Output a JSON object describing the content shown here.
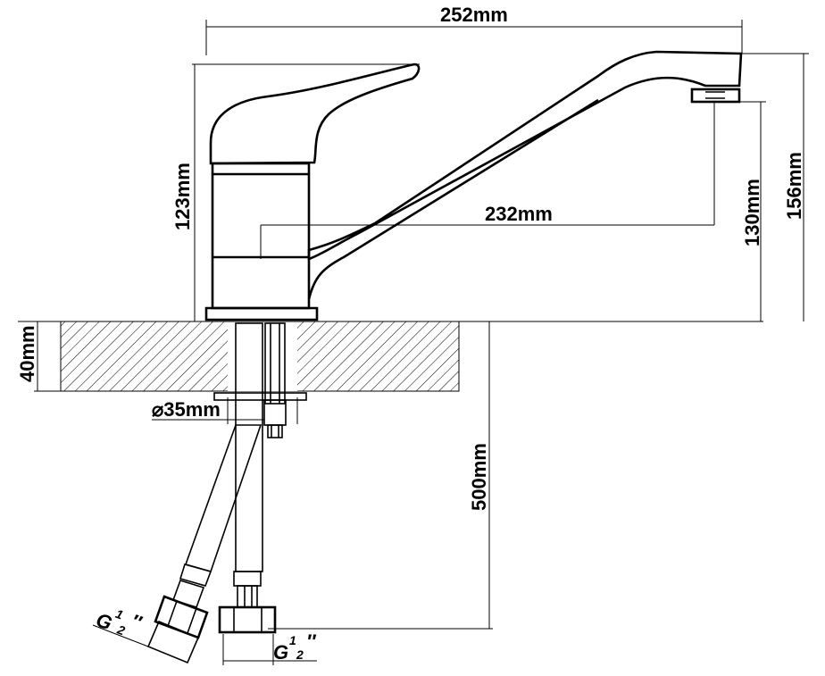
{
  "diagram": {
    "dimensions": {
      "total_length": "252mm",
      "spout_reach": "232mm",
      "body_height": "123mm",
      "spout_height": "130mm",
      "total_height": "156mm",
      "countertop_thickness": "40mm",
      "mount_diameter": "⌀35mm",
      "hose_length": "500mm"
    },
    "connectors": {
      "left_thread": {
        "prefix": "G",
        "num": "1",
        "den": "2",
        "suffix": "″"
      },
      "right_thread": {
        "prefix": "G",
        "num": "1",
        "den": "2",
        "suffix": "″"
      }
    }
  }
}
